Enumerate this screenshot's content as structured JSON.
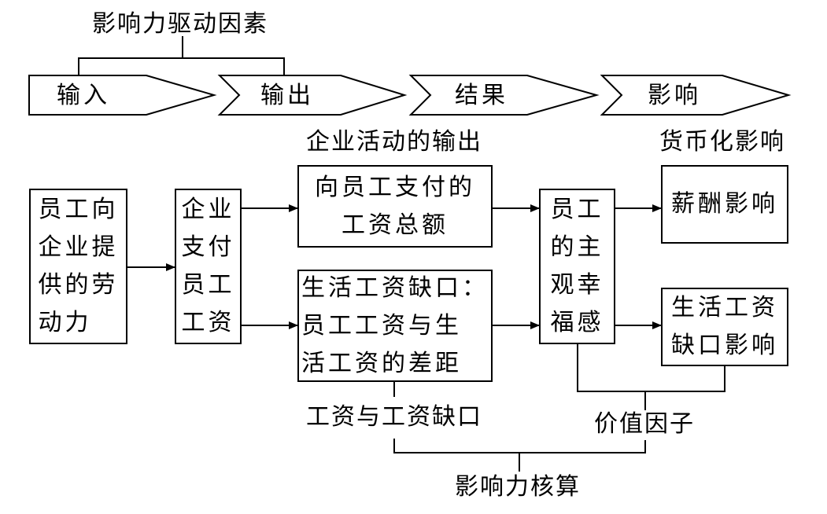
{
  "header": {
    "drivers_label": "影响力驱动因素"
  },
  "stages": [
    {
      "label": "输入"
    },
    {
      "label": "输出"
    },
    {
      "label": "结果"
    },
    {
      "label": "影响"
    }
  ],
  "section_labels": {
    "enterprise_output": "企业活动的输出",
    "monetized_impact": "货币化影响"
  },
  "boxes": {
    "labor": "员工向\n企业提\n供的劳\n动力",
    "pay": "企业\n支付\n员工\n工资",
    "total_wages": "向员工支付的\n工资总额",
    "living_wage_gap": "生活工资缺口：\n员工工资与生\n活工资的差距",
    "wellbeing": "员工\n的主\n观幸\n福感",
    "wage_impact": "薪酬影响",
    "gap_impact": "生活工资\n缺口影响"
  },
  "bottom_labels": {
    "wage_and_gap": "工资与工资缺口",
    "value_factor": "价值因子",
    "impact_accounting": "影响力核算"
  }
}
